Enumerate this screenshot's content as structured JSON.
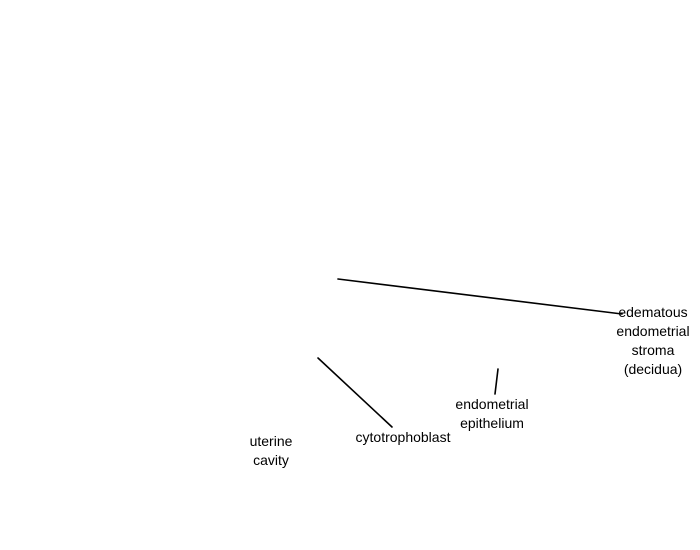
{
  "diagram": {
    "labels": {
      "decidua": "edematous\nendometrial\nstroma\n(decidua)",
      "endometrial_epithelium": "endometrial\nepithelium",
      "cytotrophoblast": "cytotrophoblast",
      "uterine_cavity": "uterine\ncavity"
    },
    "colors": {
      "background": "#ffffff",
      "line": "#000000",
      "text": "#000000"
    }
  }
}
